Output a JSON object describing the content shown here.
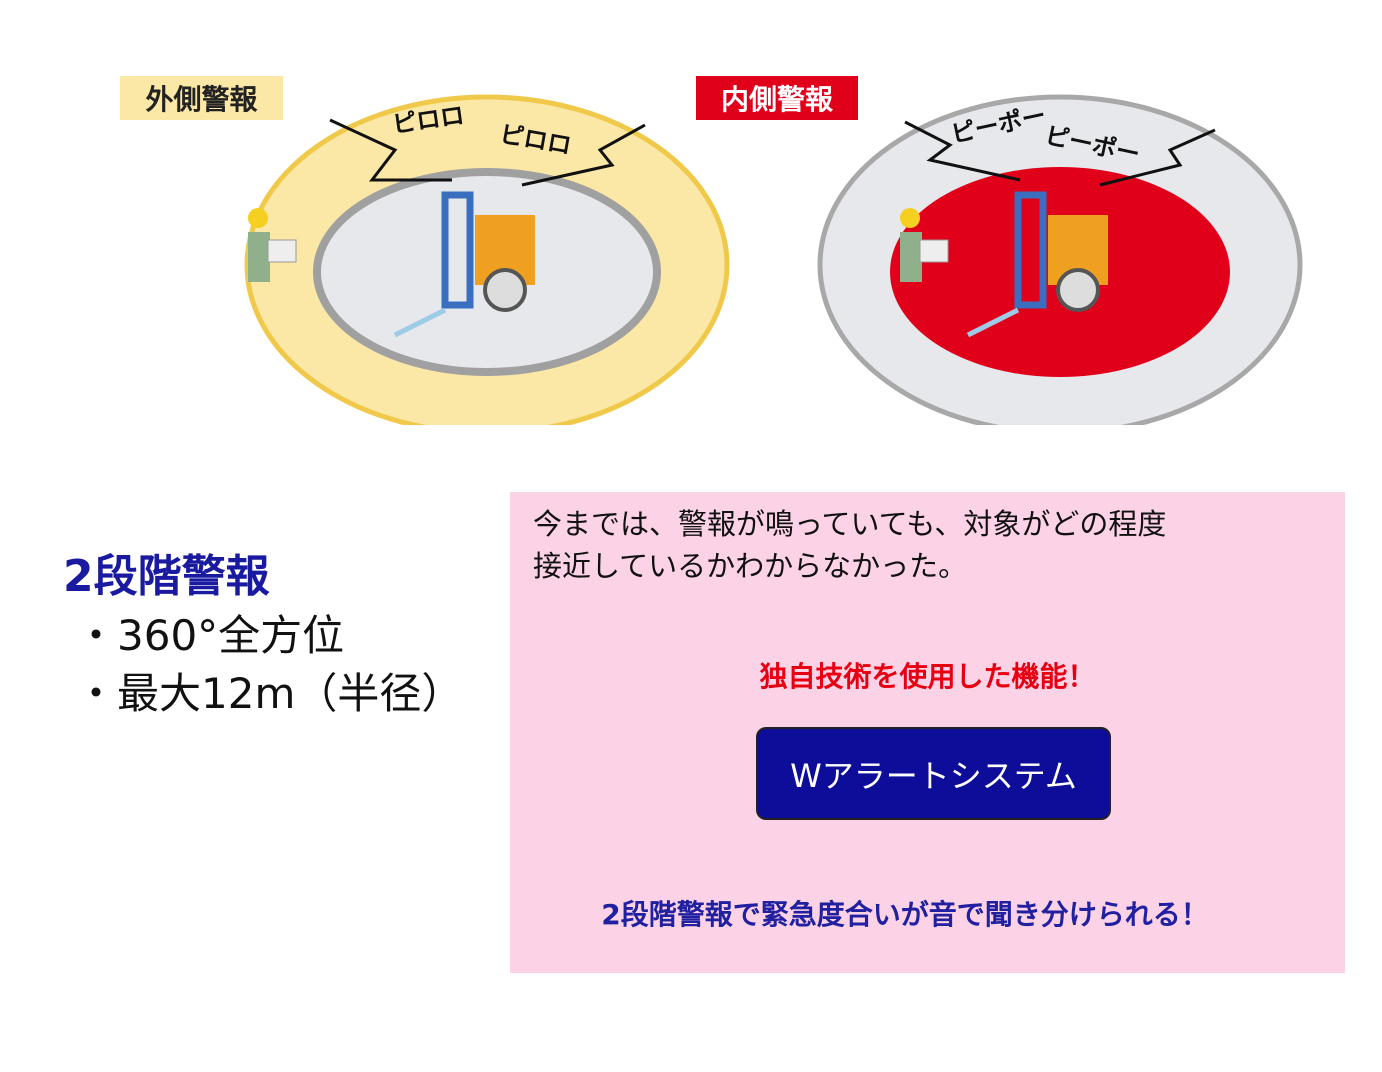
{
  "illustration": {
    "outer_label": "外側警報",
    "inner_label": "内側警報",
    "outer_sound_1": "ピロロ",
    "outer_sound_2": "ピロロ",
    "inner_sound_1": "ピーポー",
    "inner_sound_2": "ピーポー",
    "colors": {
      "outer_zone": "#fbe7a6",
      "inner_zone": "#e0001a",
      "ring": "#a0a0a0"
    }
  },
  "summary": {
    "title": "2段階警報",
    "bullets": [
      "・360°全方位",
      "・最大12m（半径）"
    ]
  },
  "panel": {
    "intro_line1": "今までは、警報が鳴っていても、対象がどの程度",
    "intro_line2": "接近しているかわからなかった。",
    "feature": "独自技術を使用した機能！",
    "button_label": "Wアラートシステム",
    "bottom": "2段階警報で緊急度合いが音で聞き分けられる！"
  }
}
